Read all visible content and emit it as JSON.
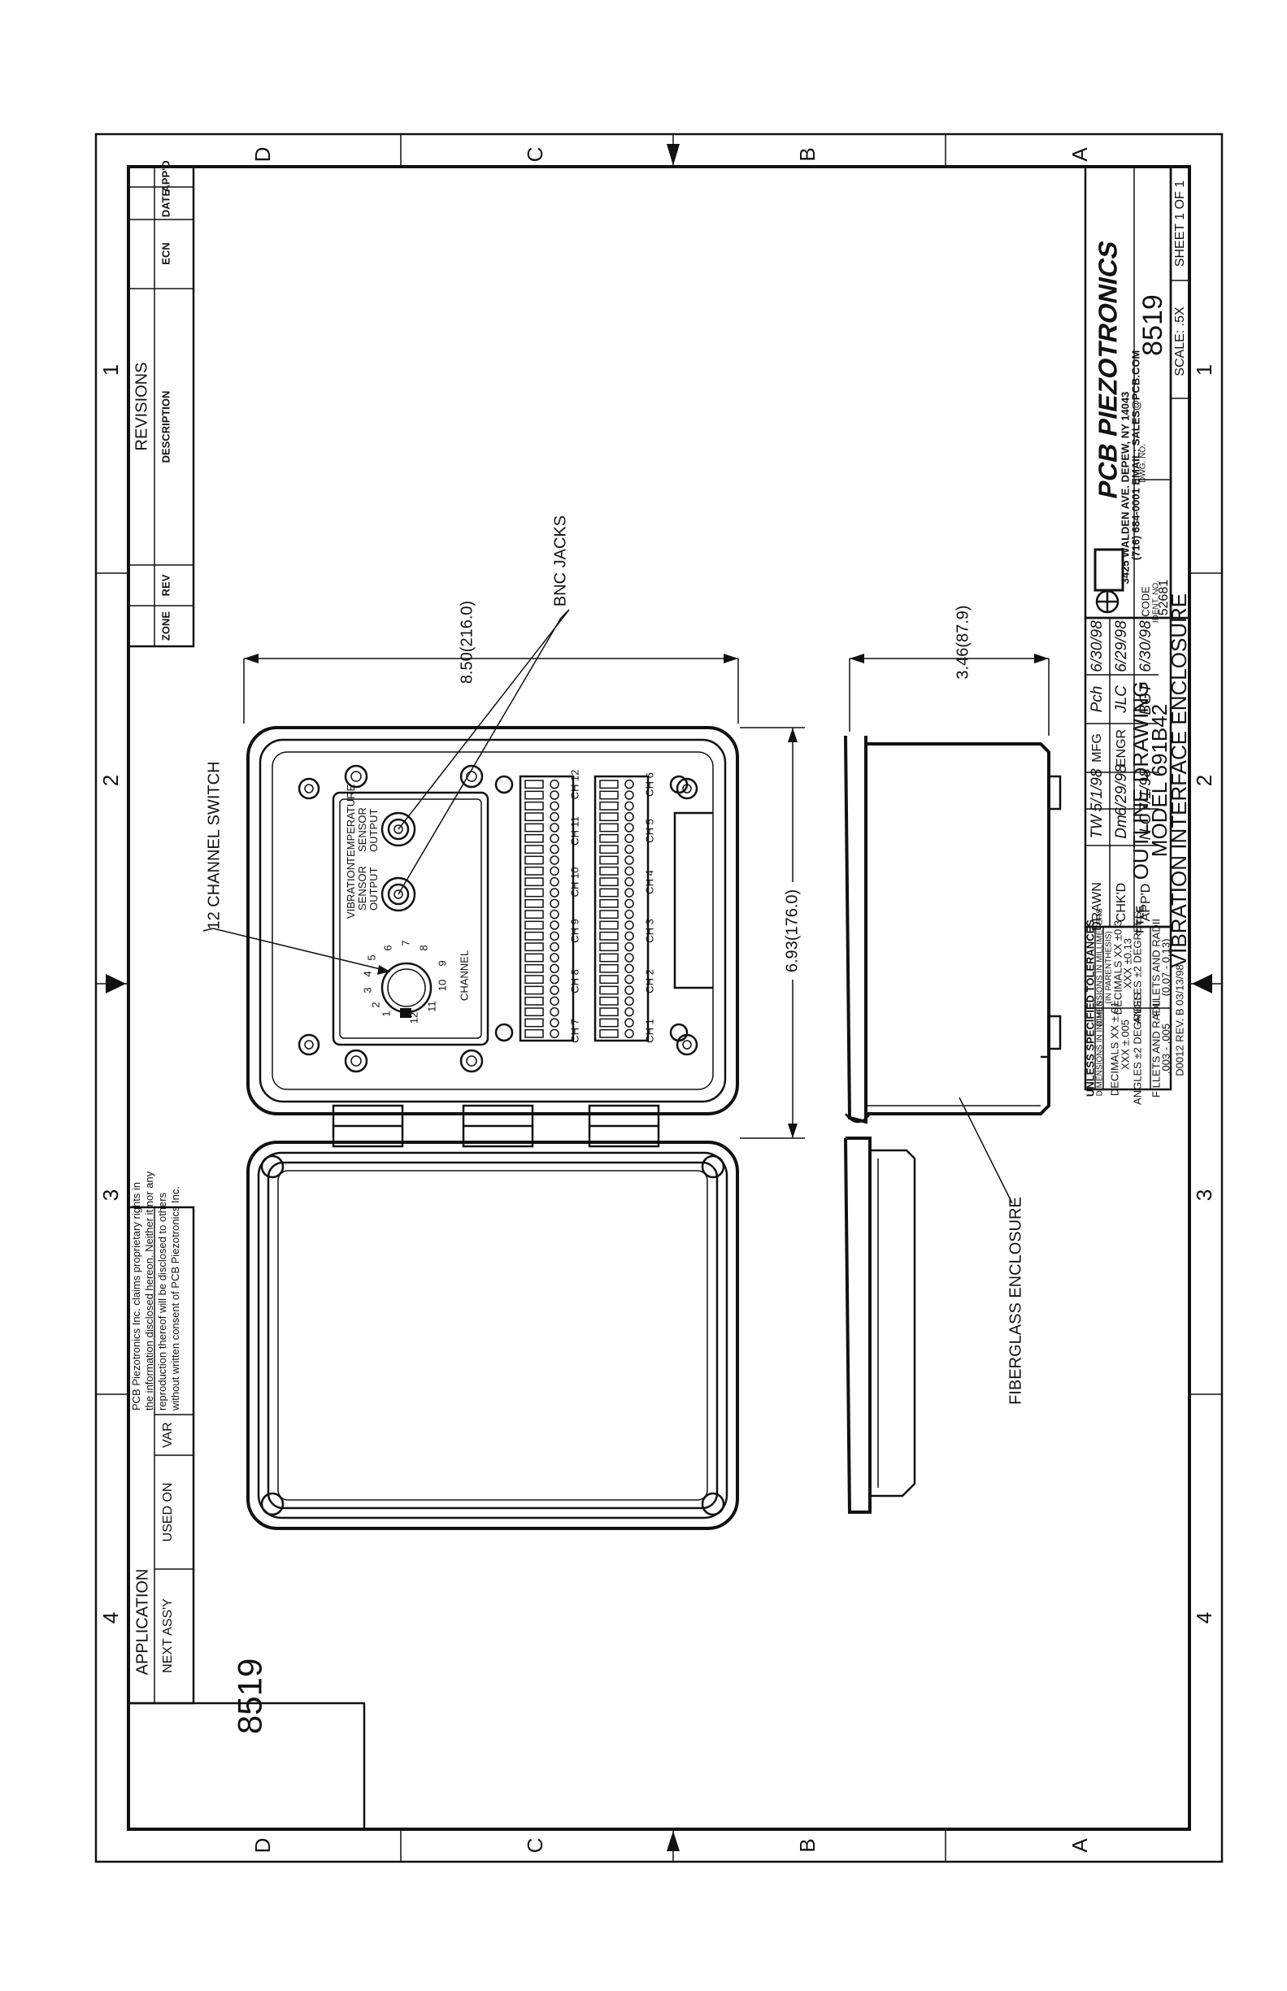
{
  "zones": {
    "top": [
      "D",
      "C",
      "B",
      "A"
    ],
    "bottom": [
      "D",
      "C",
      "B",
      "A"
    ],
    "left": [
      "4",
      "3",
      "2",
      "1"
    ],
    "right": [
      "4",
      "3",
      "2",
      "1"
    ]
  },
  "revisions": {
    "title": "REVISIONS",
    "headers": [
      "ZONE",
      "REV",
      "DESCRIPTION",
      "ECN",
      "DATE",
      "APP'D"
    ]
  },
  "application": {
    "title": "APPLICATION",
    "headers": [
      "NEXT ASS'Y",
      "USED ON",
      "VAR"
    ]
  },
  "corner_number": "8519",
  "proprietary_notice": [
    "PCB Piezotronics Inc. claims proprietary rights in",
    "the information disclosed hereon. Neither it nor any",
    "reproduction thereof will be disclosed to others",
    "without written consent of PCB Piezotronics Inc."
  ],
  "callouts": {
    "switch": "12 CHANNEL SWITCH",
    "jacks": "BNC JACKS",
    "enclosure": "FIBERGLASS ENCLOSURE"
  },
  "dimensions": {
    "height": "8.50(216.0)",
    "width": "6.93(176.0)",
    "depth": "3.46(87.9)"
  },
  "panel": {
    "vibration": [
      "VIBRATION",
      "SENSOR",
      "OUTPUT"
    ],
    "temperature": [
      "TEMPERATURE",
      "SENSOR",
      "OUTPUT"
    ],
    "channel_label": "CHANNEL",
    "switch_numbers": [
      "1",
      "2",
      "3",
      "4",
      "5",
      "6",
      "7",
      "8",
      "9",
      "10",
      "11",
      "12"
    ]
  },
  "terminal_channels": [
    "CH 1",
    "CH 2",
    "CH 3",
    "CH 4",
    "CH 5",
    "CH 6",
    "CH 7",
    "CH 8",
    "CH 9",
    "CH 10",
    "CH 11",
    "CH 12"
  ],
  "tolerances": {
    "title": "UNLESS SPECIFIED TOLERANCES",
    "inches_header": "DIMENSIONS IN INCHES",
    "inches": [
      "DECIMALS  XX ±.01",
      "XXX ±.005",
      "ANGLES ±2 DEGREES",
      "FILLETS AND RADII",
      ".003 - .005"
    ],
    "mm_header": [
      "DIMENSIONS IN MILLIMETERS",
      "(IN PARENTHESIS)"
    ],
    "mm": [
      "DECIMALS  XX ±0.3",
      "XXX ±0.13",
      "ANGLES ±2 DEGREES",
      "FILLETS AND RADII",
      "(0.07 - 0.13)"
    ],
    "form": "D0012  REV. B  03/13/98"
  },
  "signoff": {
    "rows": [
      {
        "label": "DRAWN",
        "initials": "TW",
        "date": "5/1/98"
      },
      {
        "label": "CHK'D",
        "initials": "Dm",
        "date": "6/29/98"
      },
      {
        "label": "APP'D",
        "initials": "N C",
        "date": "7/1/98"
      }
    ],
    "right_rows": [
      {
        "label": "MFG",
        "initials": "Pch",
        "date": "6/30/98"
      },
      {
        "label": "ENGR",
        "initials": "JLC",
        "date": "6/29/98"
      },
      {
        "label": "",
        "initials": "BGT",
        "date": "6/30/98"
      }
    ]
  },
  "title_block": {
    "title_label": "TITLE",
    "lines": [
      "OUTLINE DRAWING",
      "MODEL 691B42",
      "VIBRATION INTERFACE ENCLOSURE"
    ],
    "code_label": "CODE",
    "ident_label": "IDENT. NO.",
    "ident": "52681",
    "dwg_label": "DWG. NO.",
    "dwg_no": "8519",
    "scale": "SCALE:  .5X",
    "sheet": "SHEET 1 OF 1"
  },
  "company": {
    "name": "PCB PIEZOTRONICS",
    "address": "3425 WALDEN AVE. DEPEW, NY 14043",
    "contact": "(716) 684-0001  EMAIL: SALES@PCB.COM"
  }
}
